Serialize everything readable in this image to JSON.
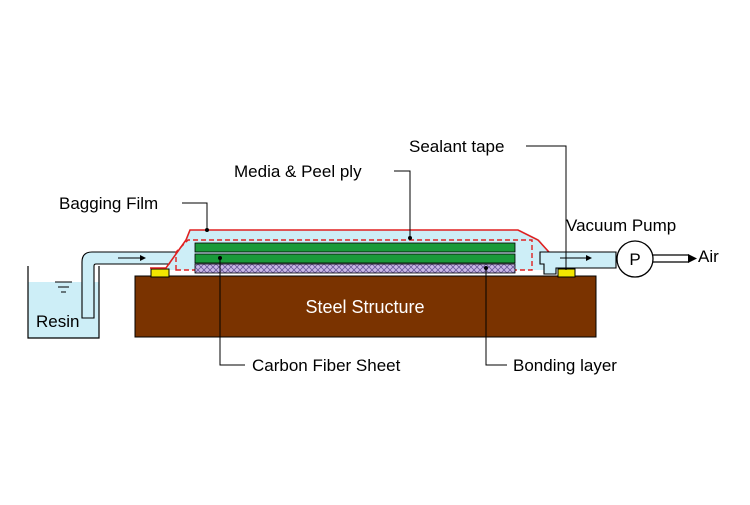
{
  "labels": {
    "sealant_tape": "Sealant tape",
    "media_peel_ply": "Media & Peel ply",
    "bagging_film": "Bagging Film",
    "vacuum_pump": "Vacuum Pump",
    "pump_letter": "P",
    "air": "Air",
    "resin": "Resin",
    "steel_structure": "Steel Structure",
    "carbon_fiber_sheet": "Carbon Fiber Sheet",
    "bonding_layer": "Bonding layer"
  },
  "colors": {
    "steel": "#7a3300",
    "resin_liquid": "#cdeef7",
    "tube": "#cdeef7",
    "bag_interior": "#cdeef7",
    "bagging_film": "#e02020",
    "carbon_fiber": "#1a9a3a",
    "bonding_layer": "#c9b8e6",
    "sealant_tape": "#f2e600",
    "line": "#000000"
  }
}
